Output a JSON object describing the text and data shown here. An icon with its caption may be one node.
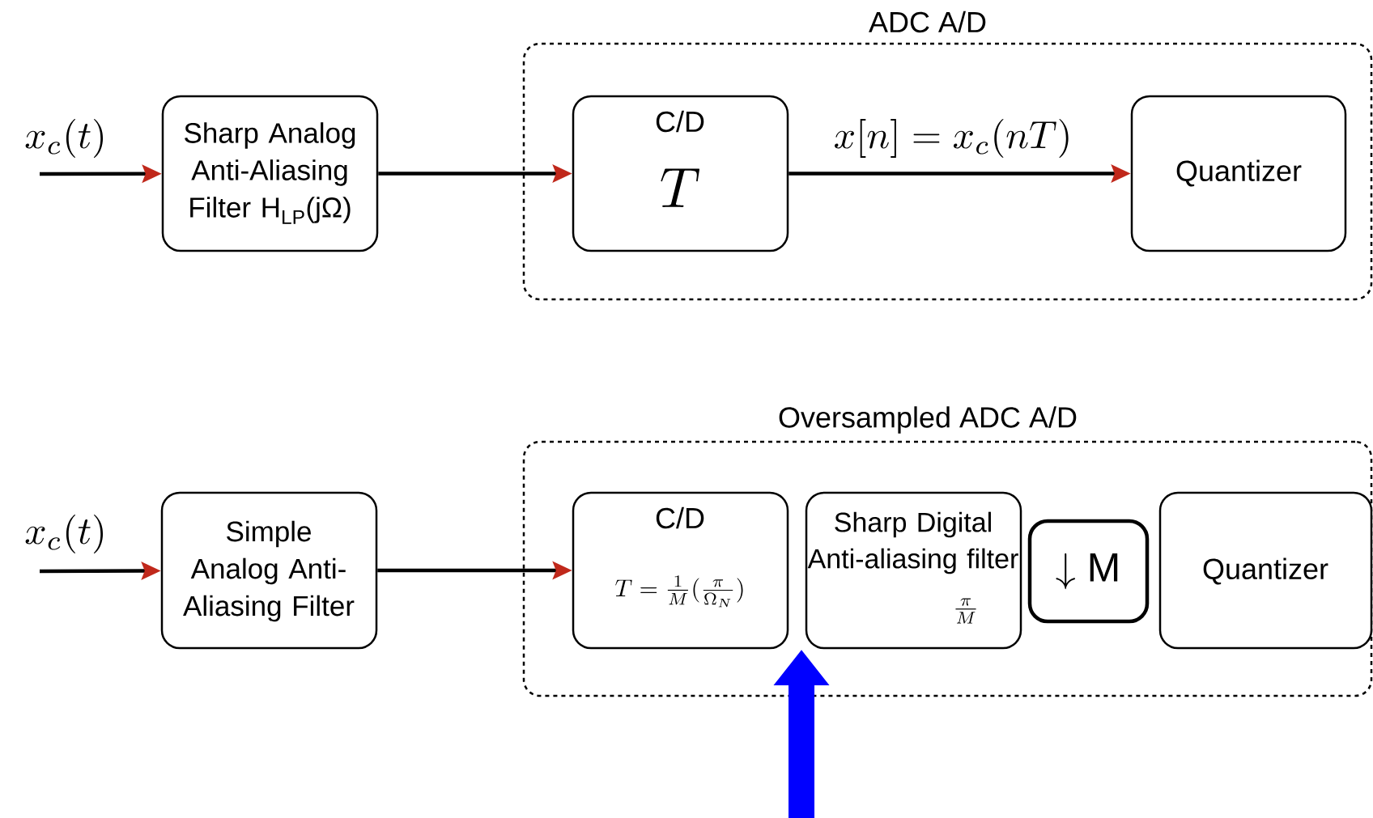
{
  "diagram": {
    "nodes": [
      {
        "text": [
          "ADC A/D"
        ]
      },
      {
        "text": [
          "Sharp Analog Anti-Aliasing Filter H$_{LP}$(jΩ)"
        ]
      },
      {
        "text": [
          "C/D",
          "T"
        ],
        "in": 0
      },
      {
        "text": [
          "Quantizer"
        ],
        "in": 0
      },
      {
        "text": [
          "Oversampled ADC A/D"
        ]
      },
      {
        "text": [
          "Simple Analog Anti-Aliasing Filter"
        ]
      },
      {
        "text": [
          "C/D",
          "T = \\frac{1}{M}(\\frac{\\pi}{\\Omega_N})"
        ],
        "in": 4
      },
      {
        "text": [
          "Sharp Digital Anti-aliasing filter",
          "\\frac{\\pi}{M}"
        ],
        "in": 4
      },
      {
        "text": [
          "\\downarrow \\mathrm{M}"
        ],
        "in": 4
      },
      {
        "text": [
          "Quantizer"
        ],
        "in": 4
      }
    ],
    "edges": [
      {
        "from": null,
        "to": 1,
        "arrow": "to",
        "label": "x_c(t)"
      },
      {
        "from": 1,
        "to": 2,
        "arrow": "to"
      },
      {
        "from": 2,
        "to": 3,
        "arrow": "to",
        "label": "x[n] = x_c(nT)"
      },
      {
        "from": null,
        "to": 5,
        "arrow": "to",
        "label": "x_c(t)"
      },
      {
        "from": 5,
        "to": 6,
        "arrow": "to"
      },
      {
        "from": null,
        "to": 4,
        "arrow": "to",
        "style": "thick",
        "color": "#0000ff"
      }
    ]
  }
}
